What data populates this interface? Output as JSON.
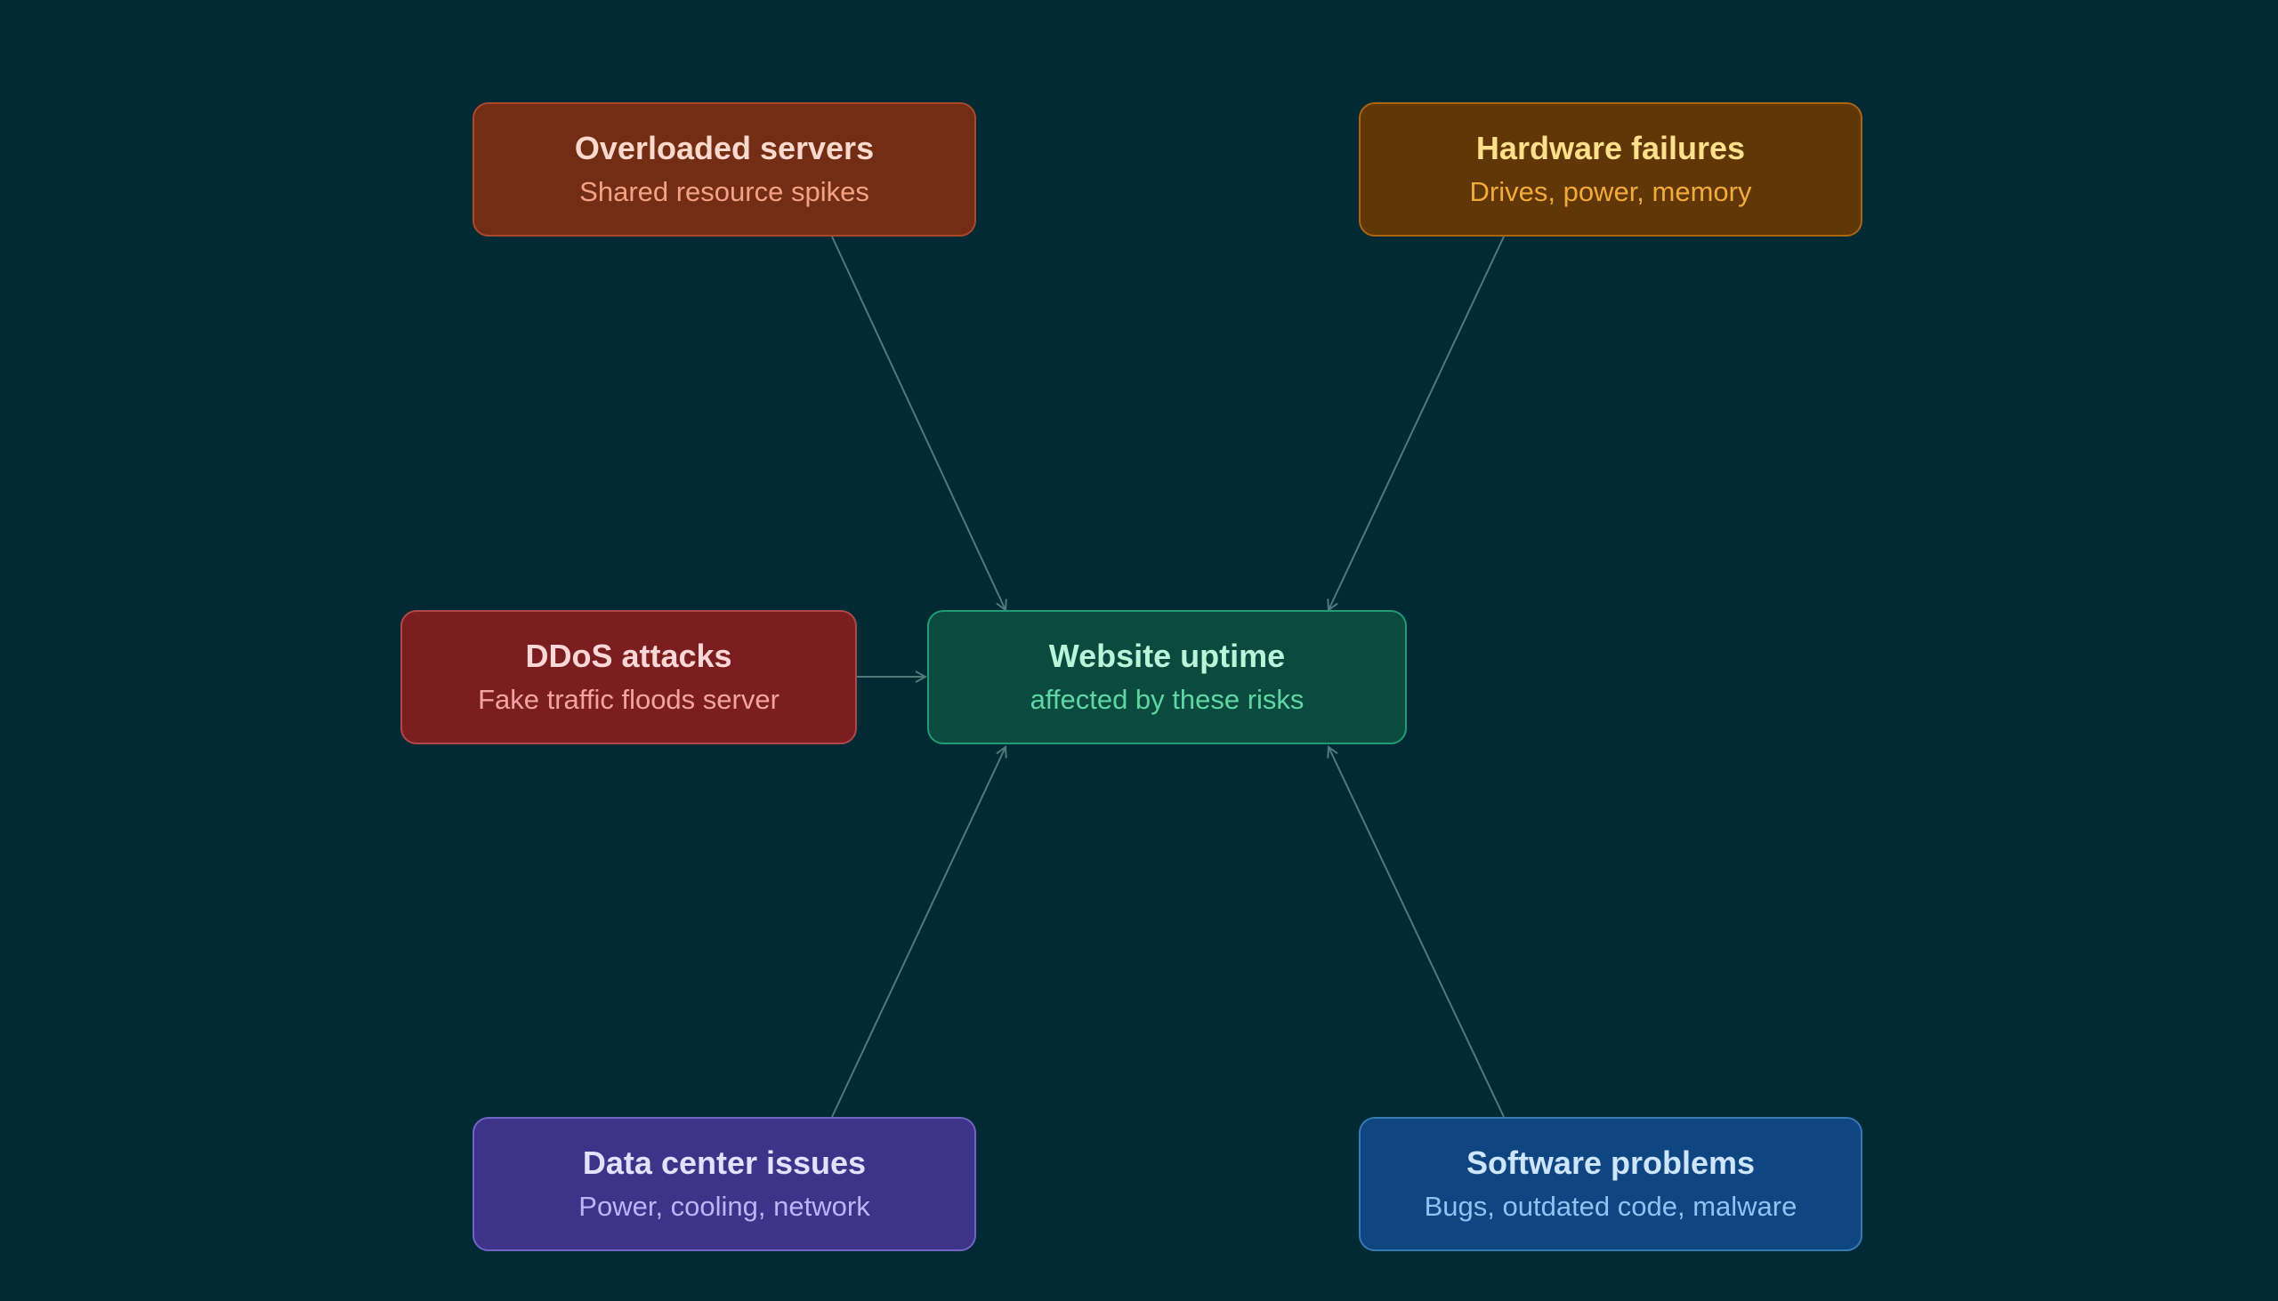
{
  "diagram": {
    "nodes": {
      "overloaded": {
        "title": "Overloaded servers",
        "subtitle": "Shared resource spikes",
        "color": "#722d14"
      },
      "hardware": {
        "title": "Hardware failures",
        "subtitle": "Drives, power, memory",
        "color": "#623708"
      },
      "ddos": {
        "title": "DDoS attacks",
        "subtitle": "Fake traffic floods server",
        "color": "#7a1e20"
      },
      "uptime": {
        "title": "Website uptime",
        "subtitle": "affected by these risks",
        "color": "#0b4a3e"
      },
      "datacenter": {
        "title": "Data center issues",
        "subtitle": "Power, cooling, network",
        "color": "#3e3389"
      },
      "software": {
        "title": "Software problems",
        "subtitle": "Bugs, outdated code, malware",
        "color": "#0f4580"
      }
    },
    "edges": [
      {
        "from": "overloaded",
        "to": "uptime"
      },
      {
        "from": "hardware",
        "to": "uptime"
      },
      {
        "from": "ddos",
        "to": "uptime"
      },
      {
        "from": "datacenter",
        "to": "uptime"
      },
      {
        "from": "software",
        "to": "uptime"
      }
    ],
    "colors": {
      "background": "#022a34",
      "connector": "#4f7a7a"
    }
  }
}
